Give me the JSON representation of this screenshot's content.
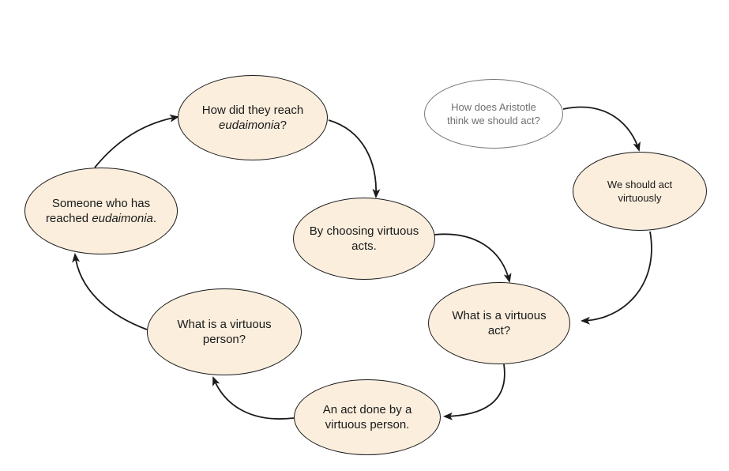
{
  "nodes": {
    "start": {
      "line1": "How does Aristotle",
      "line2": "think we should act?"
    },
    "act_virtuously": {
      "line1": "We should act",
      "line2": "virtuously"
    },
    "what_virtuous_act": {
      "line1": "What is a virtuous",
      "line2": "act?"
    },
    "act_done_by": {
      "line1": "An act done by a",
      "line2": "virtuous person."
    },
    "what_virtuous_person": {
      "line1": "What is a virtuous",
      "line2": "person?"
    },
    "someone_reached": {
      "line1": "Someone who has",
      "line2_prefix": "reached ",
      "line2_em": "eudaimonia",
      "line2_suffix": "."
    },
    "how_reach": {
      "line1": "How did they reach",
      "line2_em": "eudaimonia",
      "line2_suffix": "?"
    },
    "by_choosing": {
      "line1": "By choosing virtuous",
      "line2": "acts."
    }
  },
  "colors": {
    "node_fill": "#fbeedd",
    "start_fill": "#ffffff",
    "stroke": "#1a1a1a",
    "start_text": "#6f6f6f"
  }
}
